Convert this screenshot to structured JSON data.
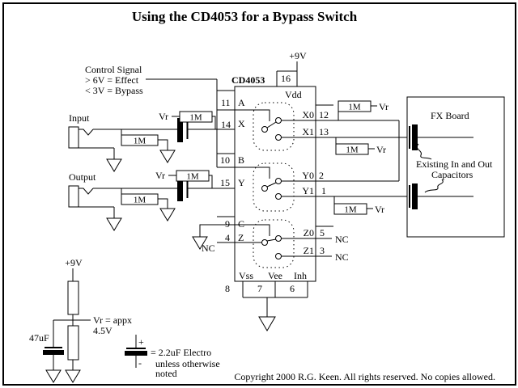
{
  "title": "Using the CD4053 for a Bypass Switch",
  "copyright": "Copyright 2000 R.G. Keen. All rights reserved. No copies allowed.",
  "colors": {
    "ink": "#000000",
    "paper": "#ffffff"
  },
  "control_note": {
    "line1": "Control Signal",
    "line2": "> 6V = Effect",
    "line3": "< 3V = Bypass"
  },
  "labels": {
    "input": "Input",
    "output": "Output",
    "vr": "Vr",
    "resistor_1m": "1M",
    "supply_9v": "+9V",
    "nc": "NC",
    "cap_47uf": "47uF"
  },
  "vr_note": {
    "line1": "Vr = appx",
    "line2": "4.5V"
  },
  "legend": {
    "plus": "+",
    "minus": "-",
    "line1": "= 2.2uF Electro",
    "line2": "unless otherwise",
    "line3": "noted"
  },
  "fx_board": {
    "title": "FX Board",
    "note_line1": "Existing In and Out",
    "note_line2": "Capacitors"
  },
  "chip": {
    "name": "CD4053",
    "left_pins": [
      {
        "num": "11",
        "label": "A"
      },
      {
        "num": "14",
        "label": "X"
      },
      {
        "num": "10",
        "label": "B"
      },
      {
        "num": "15",
        "label": "Y"
      },
      {
        "num": "9",
        "label": "C"
      },
      {
        "num": "4",
        "label": "Z"
      }
    ],
    "right_pins": [
      {
        "num": "12",
        "label": "X0"
      },
      {
        "num": "13",
        "label": "X1"
      },
      {
        "num": "2",
        "label": "Y0"
      },
      {
        "num": "1",
        "label": "Y1"
      },
      {
        "num": "5",
        "label": "Z0"
      },
      {
        "num": "3",
        "label": "Z1"
      }
    ],
    "top_pin": {
      "num": "16",
      "label": "Vdd"
    },
    "bottom_pins": [
      {
        "num": "8",
        "label": "Vss"
      },
      {
        "num": "7",
        "label": "Vee"
      },
      {
        "num": "6",
        "label": "Inh"
      }
    ]
  }
}
